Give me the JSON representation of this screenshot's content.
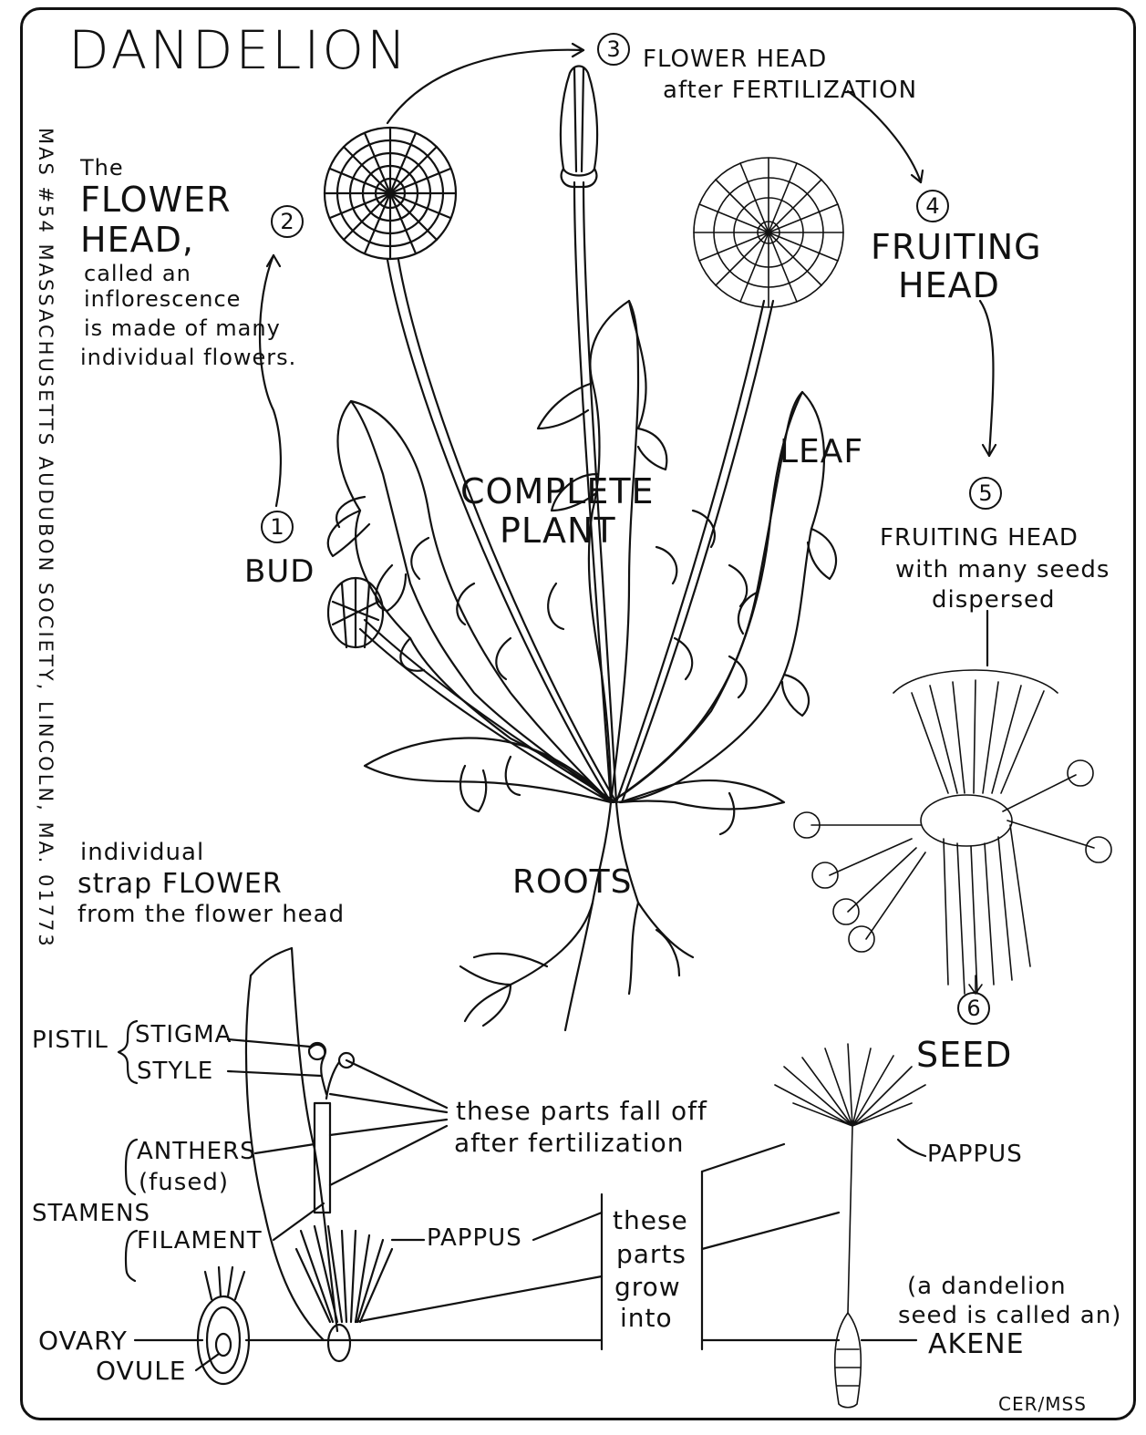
{
  "title": "DANDELION",
  "side_text": "MAS #54    MASSACHUSETTS AUDUBON SOCIETY, LINCOLN, MA. 01773",
  "numbers": [
    "1",
    "2",
    "3",
    "4",
    "5",
    "6"
  ],
  "labels": {
    "flower_head_the": "The",
    "flower_head_big1": "FLOWER",
    "flower_head_big2": "HEAD,",
    "flower_head_l1": "called an",
    "flower_head_l2": "inflorescence",
    "flower_head_l3": "is made of many",
    "flower_head_l4": "individual flowers.",
    "after_fert_1": "FLOWER HEAD",
    "after_fert_2": "after FERTILIZATION",
    "fruiting_1": "FRUITING",
    "fruiting_2": "HEAD",
    "leaf": "LEAF",
    "complete_1": "COMPLETE",
    "complete_2": "PLANT",
    "bud": "BUD",
    "roots": "ROOTS",
    "dispersed_1": "FRUITING HEAD",
    "dispersed_2": "with many seeds",
    "dispersed_3": "dispersed",
    "seed": "SEED",
    "strap_1": "individual",
    "strap_2": "strap FLOWER",
    "strap_3": "from the flower head",
    "pistil": "PISTIL",
    "stigma": "STIGMA",
    "style": "STYLE",
    "anthers": "ANTHERS",
    "fused": "(fused)",
    "stamens": "STAMENS",
    "filament": "FILAMENT",
    "ovary": "OVARY",
    "ovule": "OVULE",
    "fall_off_1": "these parts fall off",
    "fall_off_2": "after fertilization",
    "pappus_left": "PAPPUS",
    "pappus_right": "PAPPUS",
    "grow_1": "these",
    "grow_2": "parts",
    "grow_3": "grow",
    "grow_4": "into",
    "akene_1": "(a dandelion",
    "akene_2": "seed is called an)",
    "akene_3": "AKENE",
    "credit": "CER/MSS"
  }
}
